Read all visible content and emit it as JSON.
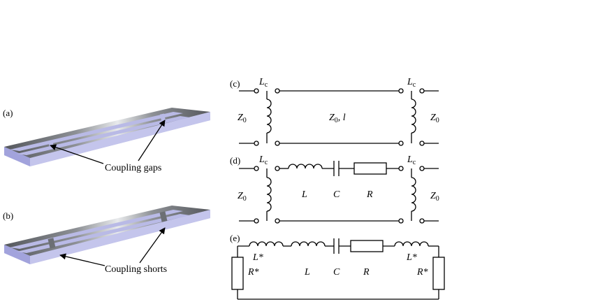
{
  "panels": {
    "a": "(a)",
    "b": "(b)",
    "c": "(c)",
    "d": "(d)",
    "e": "(e)"
  },
  "callouts": {
    "gaps": "Coupling gaps",
    "shorts": "Coupling shorts"
  },
  "c": {
    "Lc_left_main": "L",
    "Lc_left_sub": "c",
    "Lc_right_main": "L",
    "Lc_right_sub": "c",
    "Z0_left_main": "Z",
    "Z0_left_sub": "0",
    "Z0_right_main": "Z",
    "Z0_right_sub": "0",
    "line_main": "Z",
    "line_sub": "0",
    "line_rest": ", l"
  },
  "d": {
    "Lc_left_main": "L",
    "Lc_left_sub": "c",
    "Lc_right_main": "L",
    "Lc_right_sub": "c",
    "Z0_left_main": "Z",
    "Z0_left_sub": "0",
    "Z0_right_main": "Z",
    "Z0_right_sub": "0",
    "L": "L",
    "C": "C",
    "R": "R"
  },
  "e": {
    "Lstar_left": "L*",
    "Lstar_right": "L*",
    "Rstar_left": "R*",
    "Rstar_right": "R*",
    "L": "L",
    "C": "C",
    "R": "R"
  },
  "colors": {
    "metal": "#5b5e63",
    "metal_highlight": "#e6e8ea",
    "substrate_side": "#b6b7e3",
    "substrate_front": "#9c9dd8"
  }
}
